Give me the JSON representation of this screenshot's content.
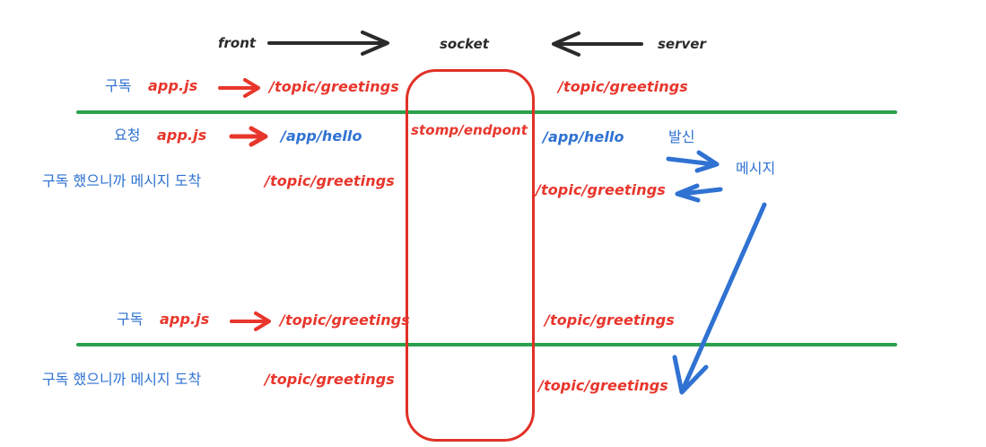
{
  "header": {
    "front_label": "front",
    "socket_label": "socket",
    "server_label": "server",
    "front_arrow": "arrow-right-icon",
    "server_arrow": "arrow-left-icon"
  },
  "channel": {
    "label": "stomp/endpont",
    "color": "#e03127"
  },
  "colors": {
    "blue": "#2f72d2",
    "red": "#e8362c",
    "green": "#2ba14d",
    "black": "#2b2b2b"
  },
  "rows": [
    {
      "id": "row-subscribe-1",
      "front_action": "구독",
      "front_source": "app.js",
      "front_arrow": "arrow-right-icon",
      "front_destination": "/topic/greetings",
      "server_destination": "/topic/greetings"
    },
    {
      "id": "row-request",
      "front_action": "요청",
      "front_source": "app.js",
      "front_arrow": "arrow-right-icon",
      "front_destination": "/app/hello",
      "server_destination": "/app/hello",
      "server_action": "발신"
    },
    {
      "id": "row-message-arrive-1",
      "front_action": "구독 했으니까 메시지 도착",
      "front_destination": "/topic/greetings",
      "server_destination": "/topic/greetings",
      "server_action": "메시지"
    },
    {
      "id": "row-subscribe-2",
      "front_action": "구독",
      "front_source": "app.js",
      "front_arrow": "arrow-right-icon",
      "front_destination": "/topic/greetings",
      "server_destination": "/topic/greetings"
    },
    {
      "id": "row-message-arrive-2",
      "front_action": "구독 했으니까 메시지 도착",
      "front_destination": "/topic/greetings",
      "server_destination": "/topic/greetings"
    }
  ],
  "annotations": {
    "send_arrow": "arrow-right-icon",
    "receive_arrow": "arrow-left-icon",
    "message_flow_arrow": "arrow-down-left-icon"
  }
}
